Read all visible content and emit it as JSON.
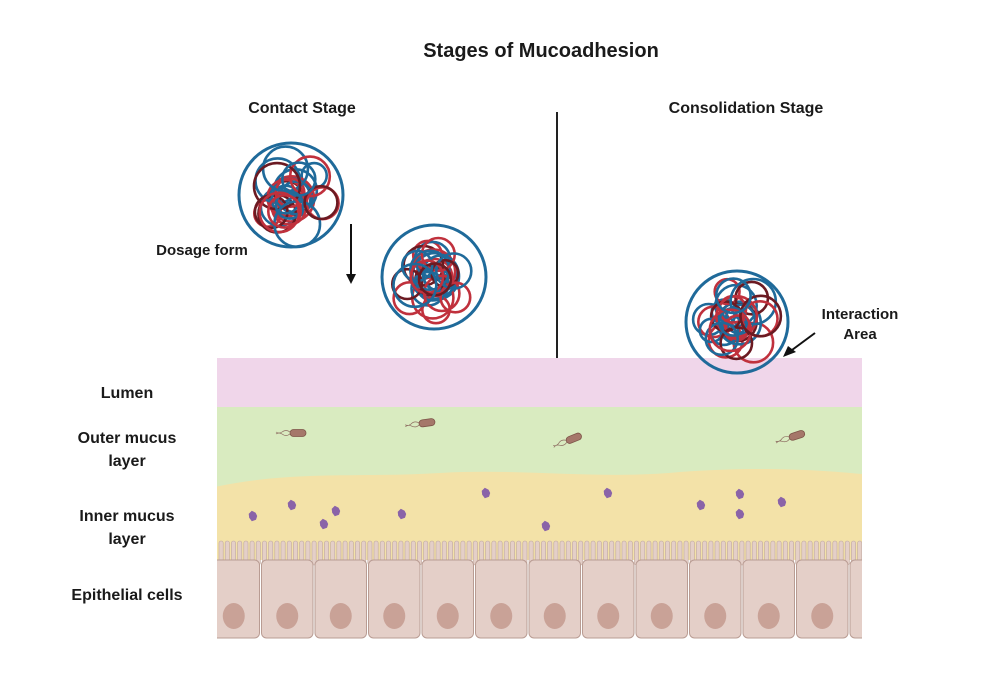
{
  "title": "Stages of Mucoadhesion",
  "stages": {
    "contact": "Contact Stage",
    "consolidation": "Consolidation Stage"
  },
  "annotations": {
    "dosage_form": "Dosage form",
    "interaction_line1": "Interaction",
    "interaction_line2": "Area"
  },
  "layers": {
    "lumen": "Lumen",
    "outer_mucus_line1": "Outer mucus",
    "outer_mucus_line2": "layer",
    "inner_mucus_line1": "Inner mucus",
    "inner_mucus_line2": "layer",
    "epithelial": "Epithelial cells"
  },
  "colors": {
    "lumen": "#f0d6ea",
    "outer_mucus": "#d9ebc0",
    "inner_mucus": "#f3e2a8",
    "epithelium": "#e4cfc8",
    "nucleus": "#c9a297",
    "strand_blue": "#1f6a9a",
    "strand_red": "#c0313d",
    "strand_dark": "#6b1a22",
    "particle_purple": "#8a63a8",
    "bacteria": "#a5776a"
  }
}
